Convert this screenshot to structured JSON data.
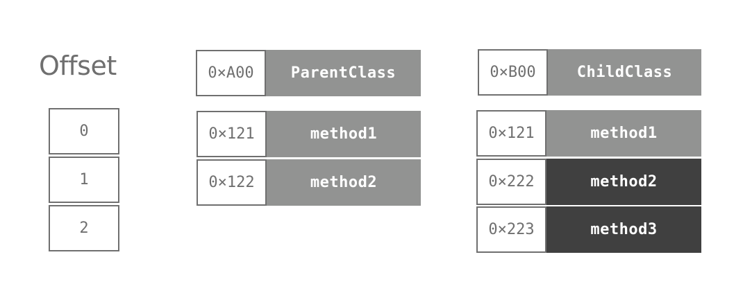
{
  "offset": {
    "title": "Offset",
    "values": [
      "0",
      "1",
      "2"
    ]
  },
  "parent": {
    "header": {
      "address": "0×A00",
      "name": "ParentClass"
    },
    "methods": [
      {
        "address": "0×121",
        "name": "method1"
      },
      {
        "address": "0×122",
        "name": "method2"
      }
    ]
  },
  "child": {
    "header": {
      "address": "0×B00",
      "name": "ChildClass"
    },
    "methods": [
      {
        "address": "0×121",
        "name": "method1"
      },
      {
        "address": "0×222",
        "name": "method2"
      },
      {
        "address": "0×223",
        "name": "method3"
      }
    ]
  },
  "colors": {
    "inherited": "#929392",
    "overridden_or_new": "#404040",
    "border": "#6f6f6f"
  }
}
